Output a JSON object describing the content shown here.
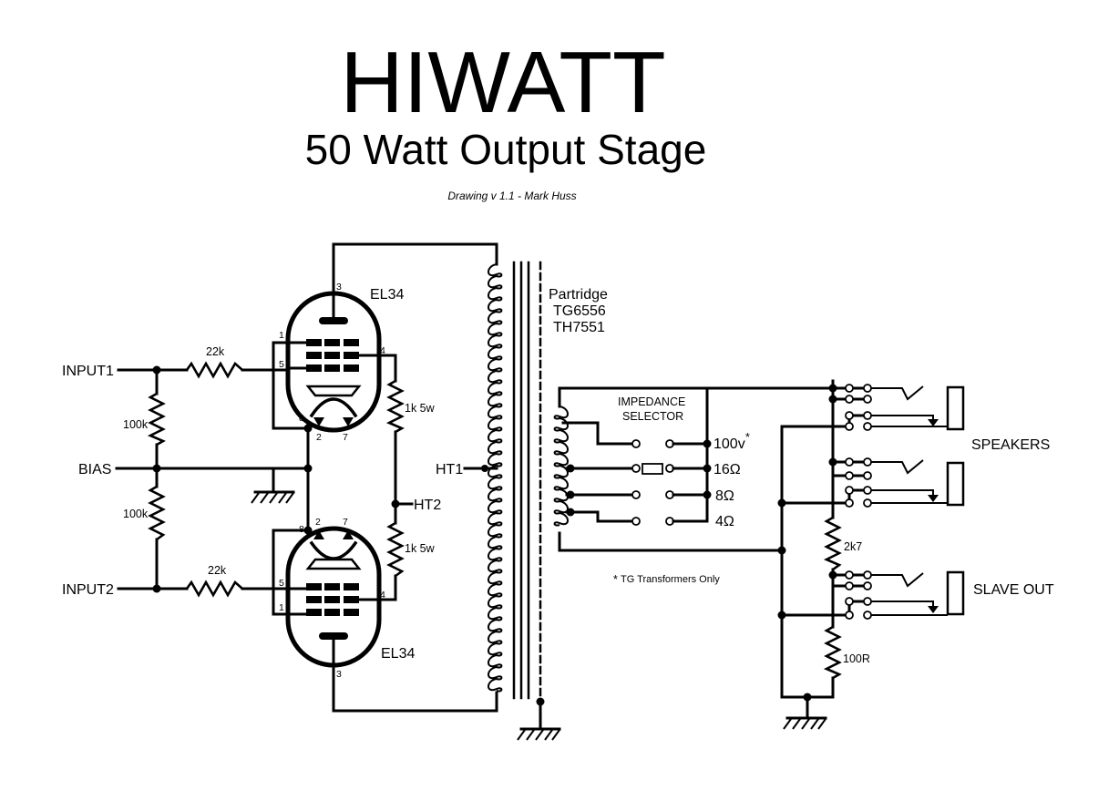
{
  "title": "HIWATT",
  "subtitle": "50 Watt Output Stage",
  "credit": "Drawing v 1.1 - Mark Huss",
  "tubes": {
    "upper": "EL34",
    "lower": "EL34"
  },
  "pins": {
    "p1": "1",
    "p2": "2",
    "p3": "3",
    "p4": "4",
    "p5": "5",
    "p7": "7",
    "p8": "8"
  },
  "inputs": {
    "input1": "INPUT1",
    "input2": "INPUT2",
    "bias": "BIAS"
  },
  "resistors": {
    "r_in1": "22k",
    "r_in2": "22k",
    "r_bias1": "100k",
    "r_bias2": "100k",
    "r_screen1": "1k 5w",
    "r_screen2": "1k 5w",
    "r_2k7": "2k7",
    "r_100r": "100R"
  },
  "supply": {
    "ht1": "HT1",
    "ht2": "HT2"
  },
  "transformer": {
    "line1": "Partridge",
    "line2": "TG6556",
    "line3": "TH7551"
  },
  "impedance": {
    "line1": "IMPEDANCE",
    "line2": "SELECTOR",
    "taps": [
      "100v",
      "16Ω",
      "8Ω",
      "4Ω"
    ],
    "star": "*",
    "note_star": "*",
    "note": "TG Transformers Only"
  },
  "outputs": {
    "speakers": "SPEAKERS",
    "slave": "SLAVE OUT"
  }
}
